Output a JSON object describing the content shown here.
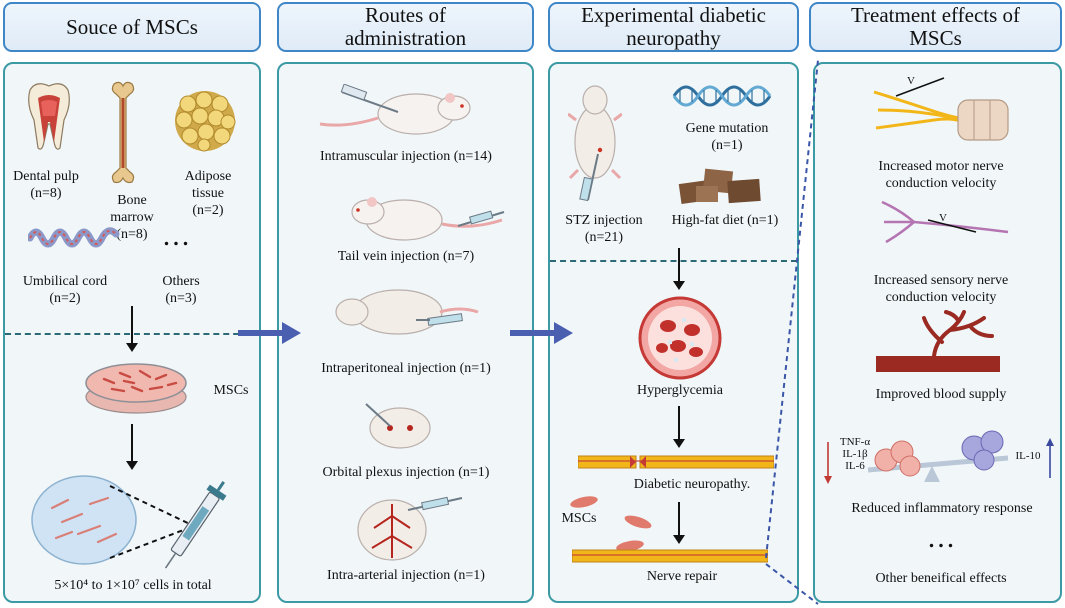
{
  "headers": {
    "source": "Souce of MSCs",
    "routes": "Routes of administration",
    "experimental": "Experimental diabetic neuropathy",
    "effects": "Treatment effects of MSCs"
  },
  "source": {
    "dental_pulp": "Dental pulp (n=8)",
    "bone_marrow": "Bone marrow (n=8)",
    "adipose": "Adipose tissue (n=2)",
    "umbilical": "Umbilical cord (n=2)",
    "ellipsis": "...",
    "others": "Others (n=3)",
    "mscs": "MSCs",
    "cells_total": "5×10⁴ to 1×10⁷ cells in total"
  },
  "routes": {
    "intramuscular": "Intramuscular injection (n=14)",
    "tail_vein": "Tail vein injection (n=7)",
    "intraperitoneal": "Intraperitoneal injection  (n=1)",
    "orbital": "Orbital plexus injection (n=1)",
    "intra_arterial": "Intra-arterial injection (n=1)"
  },
  "experimental": {
    "gene_mutation": "Gene mutation (n=1)",
    "stz": "STZ injection (n=21)",
    "high_fat": "High-fat diet (n=1)",
    "hyperglycemia": "Hyperglycemia",
    "neuropathy": "Diabetic neuropathy.",
    "mscs": "MSCs",
    "nerve_repair": "Nerve repair"
  },
  "effects": {
    "motor": "Increased motor nerve conduction velocity",
    "sensory": "Increased sensory nerve conduction velocity",
    "blood": "Improved blood supply",
    "tnf": "TNF-α",
    "il1b": "IL-1β",
    "il6": "IL-6",
    "il10": "IL-10",
    "v_label_1": "V",
    "v_label_2": "V",
    "inflammatory": "Reduced inflammatory response",
    "ellipsis": "...",
    "other": "Other beneifical effects"
  },
  "colors": {
    "header_border": "#3f86c6",
    "panel_border": "#3c9aa4",
    "arrow_blue": "#4a5fb0",
    "nerve_yellow": "#f2b619",
    "vessel_red": "#9a2a22"
  }
}
